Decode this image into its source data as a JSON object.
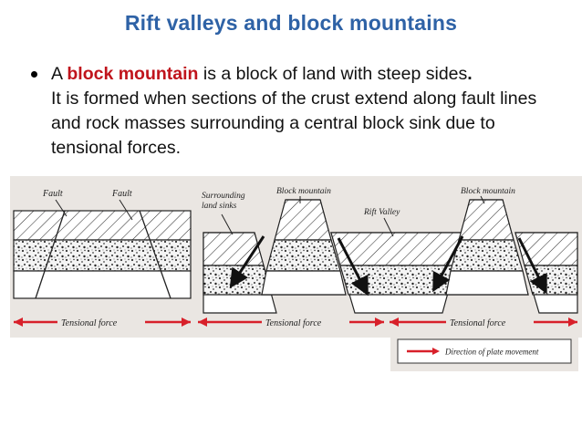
{
  "slide": {
    "title": "Rift valleys and block mountains",
    "bullet": {
      "prefix": "A ",
      "highlight": "block mountain",
      "middle": " is a block of land with steep sides",
      "period": ".",
      "rest": "It is formed when sections of the crust extend along fault lines and rock masses surrounding a central block sink due to tensional forces."
    }
  },
  "diagram": {
    "labels": {
      "fault_left": "Fault",
      "fault_right": "Fault",
      "surrounding_line1": "Surrounding",
      "surrounding_line2": "land sinks",
      "block_mountain_1": "Block mountain",
      "rift_valley": "Rift Valley",
      "block_mountain_2": "Block mountain",
      "tensional_1": "Tensional force",
      "tensional_2": "Tensional force",
      "tensional_3": "Tensional force"
    },
    "legend": {
      "text": "Direction of plate movement"
    },
    "colors": {
      "arrow_red": "#d8202a",
      "title_blue": "#2e62a6",
      "highlight_red": "#c0141c",
      "panel_bg": "#eae6e2"
    }
  }
}
